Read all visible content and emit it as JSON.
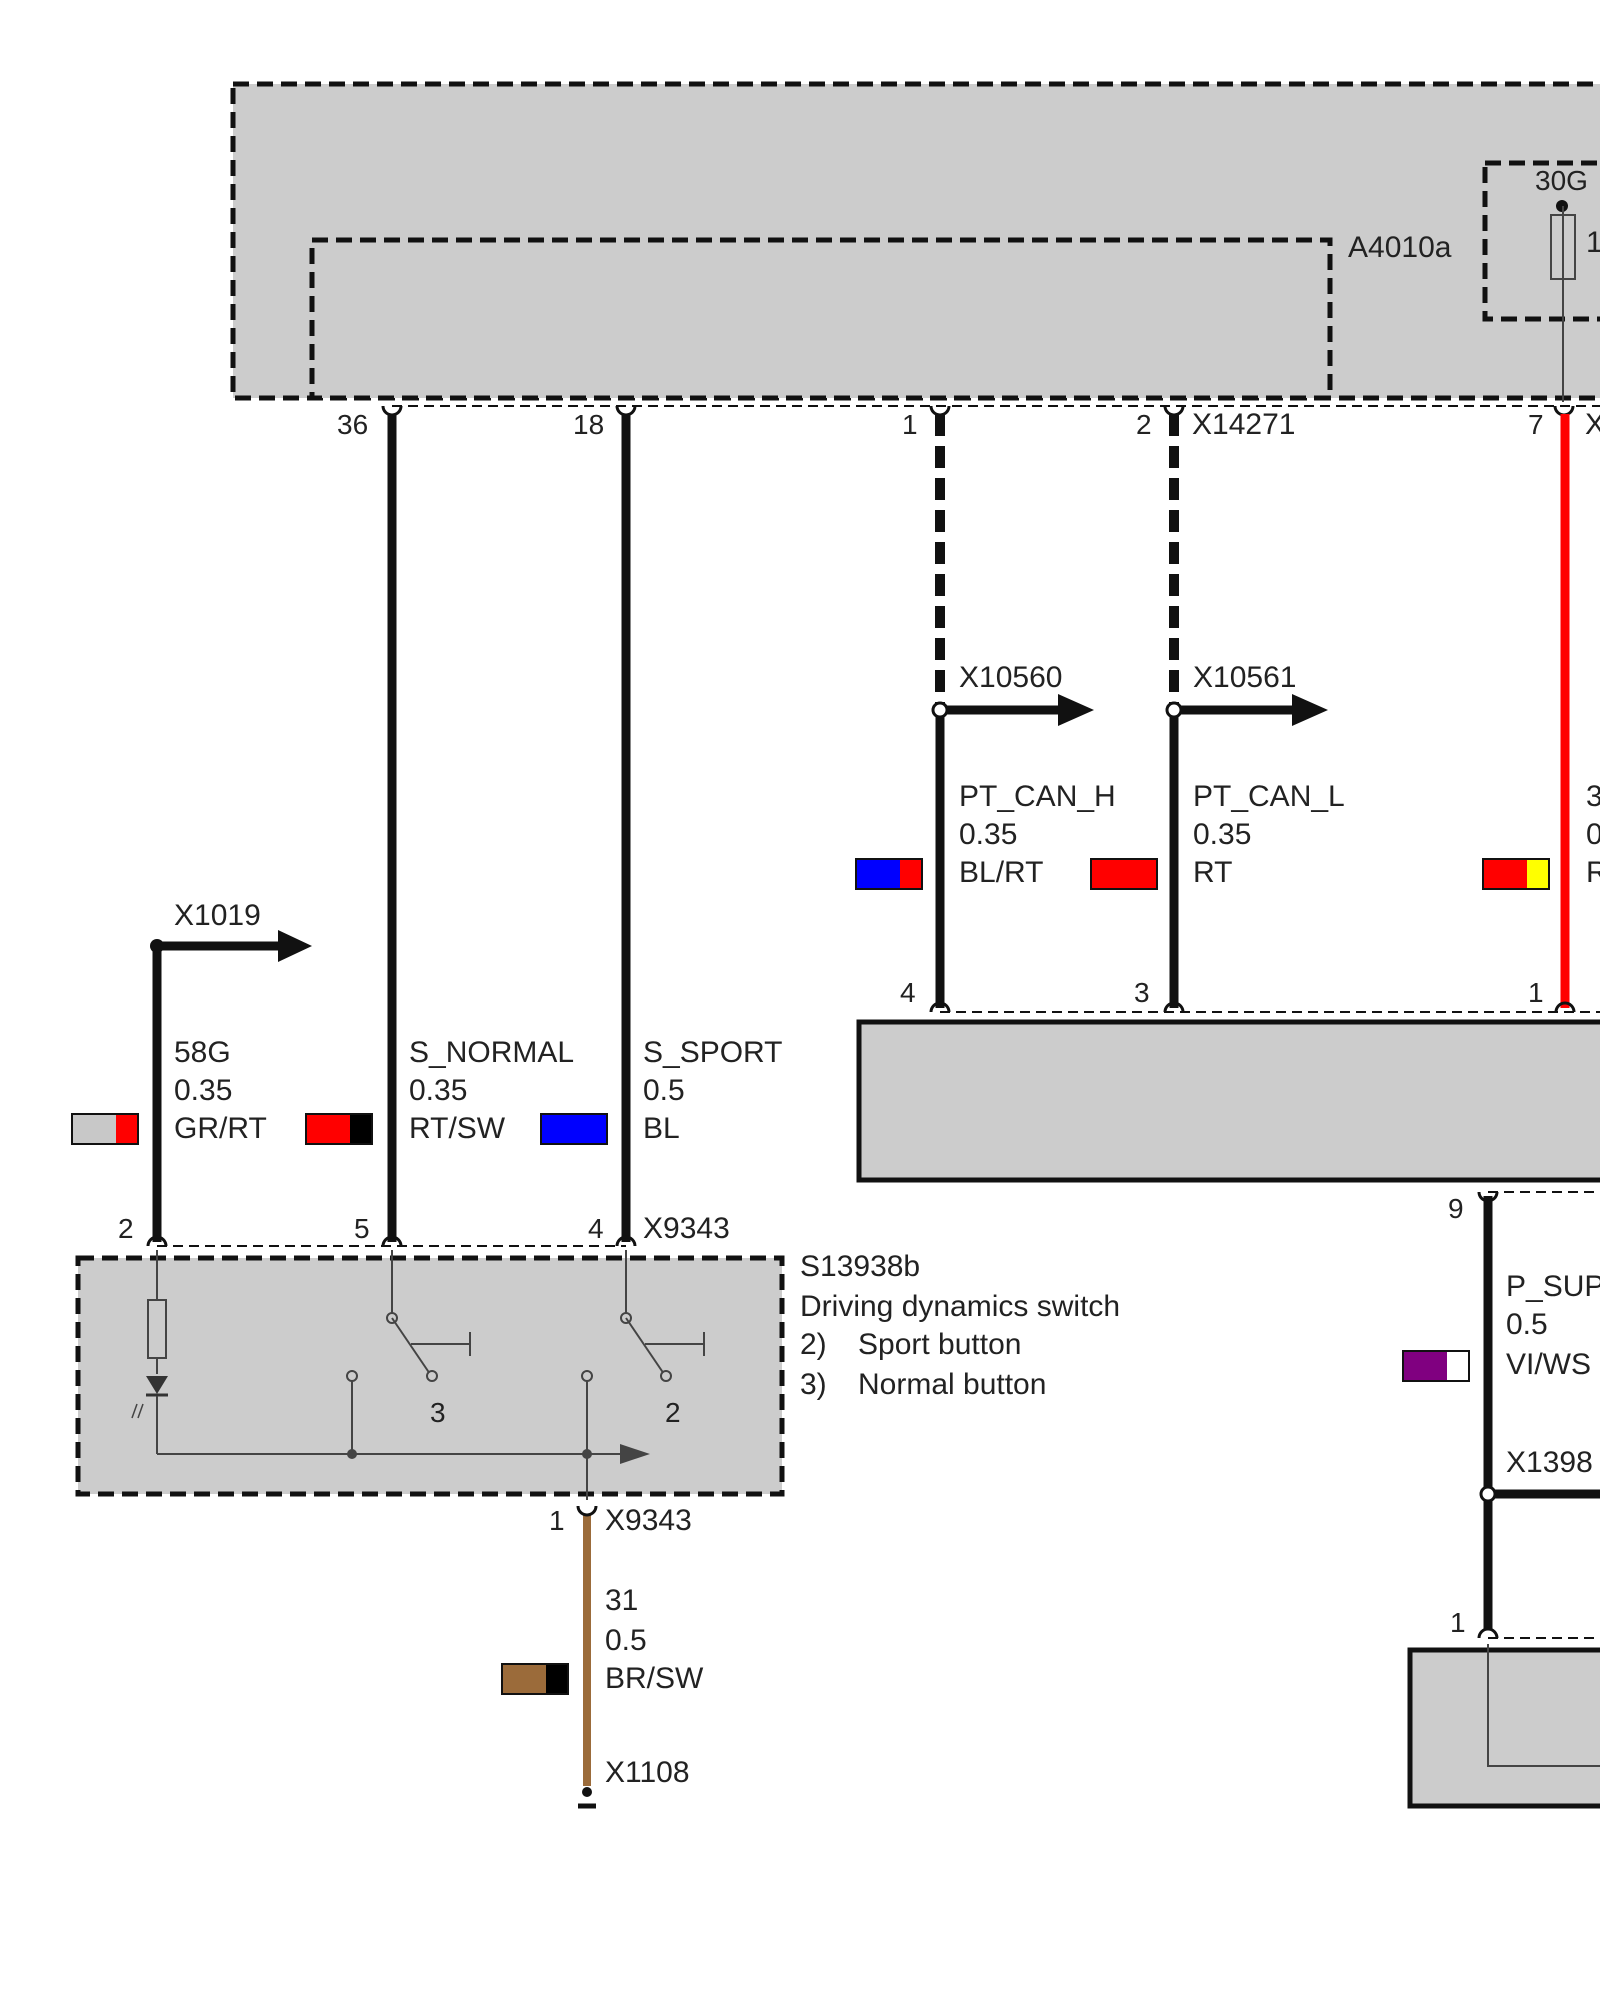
{
  "colors": {
    "box_fill": "#cccccc",
    "wire_black": "#111111",
    "wire_red": "#ff0000",
    "wire_brown": "#9b6b3a",
    "swatch_grey": "#c8c8c8",
    "swatch_red": "#ff0000",
    "swatch_black": "#000000",
    "swatch_blue": "#0000ff",
    "swatch_yellow": "#ffff00",
    "swatch_brown": "#9b6b3a",
    "swatch_violet": "#800080",
    "swatch_white": "#ffffff"
  },
  "components": {
    "upper_module": {
      "id": "A4010a"
    },
    "fuse_box": {
      "terminal": "30G",
      "rating_partial": "1"
    },
    "upper_connector": {
      "id": "X14271",
      "id_partial": "X"
    },
    "switch": {
      "id": "S13938b",
      "title": "Driving dynamics switch",
      "legend": [
        {
          "num": "2)",
          "text": "Sport button"
        },
        {
          "num": "3)",
          "text": "Normal button"
        }
      ],
      "connector": "X9343",
      "contact_labels": [
        "3",
        "2"
      ]
    },
    "ground_connector": {
      "id": "X9343",
      "pin": "1"
    },
    "ground_point": {
      "id": "X1108"
    }
  },
  "pins": {
    "a36": "36",
    "a18": "18",
    "a1": "1",
    "a2": "2",
    "a7": "7",
    "s2": "2",
    "s5": "5",
    "s4": "4",
    "m4": "4",
    "m3": "3",
    "m1": "1",
    "m9": "9",
    "b1": "1"
  },
  "connections": {
    "x1019": "X1019",
    "x10560": "X10560",
    "x10561": "X10561",
    "x1398": "X1398"
  },
  "wires": {
    "w58g": {
      "signal": "58G",
      "size": "0.35",
      "color": "GR/RT"
    },
    "snormal": {
      "signal": "S_NORMAL",
      "size": "0.35",
      "color": "RT/SW"
    },
    "ssport": {
      "signal": "S_SPORT",
      "size": "0.5",
      "color": "BL"
    },
    "ptcanh": {
      "signal": "PT_CAN_H",
      "size": "0.35",
      "color": "BL/RT"
    },
    "ptcanl": {
      "signal": "PT_CAN_L",
      "size": "0.35",
      "color": "RT"
    },
    "red": {
      "signal": "3",
      "size": "0",
      "color": "R"
    },
    "psup": {
      "signal": "P_SUP",
      "size": "0.5",
      "color": "VI/WS"
    },
    "ground": {
      "signal": "31",
      "size": "0.5",
      "color": "BR/SW"
    }
  }
}
